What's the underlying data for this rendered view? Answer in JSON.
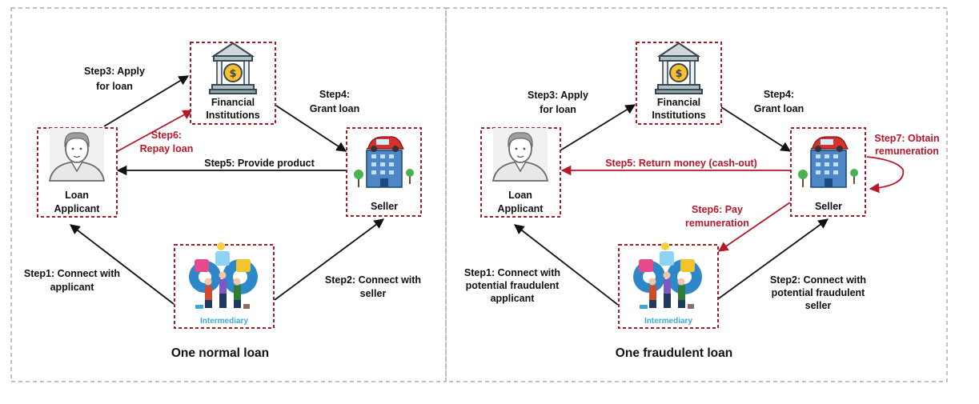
{
  "colors": {
    "black_arrow": "#111111",
    "red_arrow": "#b5172b",
    "node_border": "#a51d24",
    "panel_border": "#9a9a9a",
    "intermediary_text": "#3ea7d8"
  },
  "panels": [
    {
      "caption": "One normal loan",
      "nodes": {
        "financial": {
          "line1": "Financial",
          "line2": "Institutions",
          "icon": "bank-icon"
        },
        "applicant": {
          "line1": "Loan",
          "line2": "Applicant",
          "icon": "person-avatar-icon"
        },
        "seller": {
          "line1": "Seller",
          "icon": "seller-building-icon"
        },
        "intermediary": {
          "label": "Intermediary",
          "icon": "teamwork-gears-icon"
        }
      },
      "steps": {
        "apply": [
          "Step3: Apply",
          "for loan"
        ],
        "grant": [
          "Step4:",
          "Grant loan"
        ],
        "repay": [
          "Step6:",
          "Repay loan"
        ],
        "provide": [
          "Step5: Provide product"
        ],
        "connect_applicant": [
          "Step1: Connect with",
          "applicant"
        ],
        "connect_seller": [
          "Step2: Connect with",
          "seller"
        ]
      }
    },
    {
      "caption": "One fraudulent loan",
      "nodes": {
        "financial": {
          "line1": "Financial",
          "line2": "Institutions",
          "icon": "bank-icon"
        },
        "applicant": {
          "line1": "Loan",
          "line2": "Applicant",
          "icon": "person-avatar-icon"
        },
        "seller": {
          "line1": "Seller",
          "icon": "seller-building-icon"
        },
        "intermediary": {
          "label": "Intermediary",
          "icon": "teamwork-gears-icon"
        }
      },
      "steps": {
        "apply": [
          "Step3: Apply",
          "for loan"
        ],
        "grant": [
          "Step4:",
          "Grant loan"
        ],
        "return_money": [
          "Step5: Return money (cash-out)"
        ],
        "obtain": [
          "Step7: Obtain",
          "remuneration"
        ],
        "pay": [
          "Step6: Pay",
          "remuneration"
        ],
        "connect_applicant": [
          "Step1: Connect with",
          "potential fraudulent",
          "applicant"
        ],
        "connect_seller": [
          "Step2: Connect with",
          "potential fraudulent",
          "seller"
        ]
      }
    }
  ]
}
